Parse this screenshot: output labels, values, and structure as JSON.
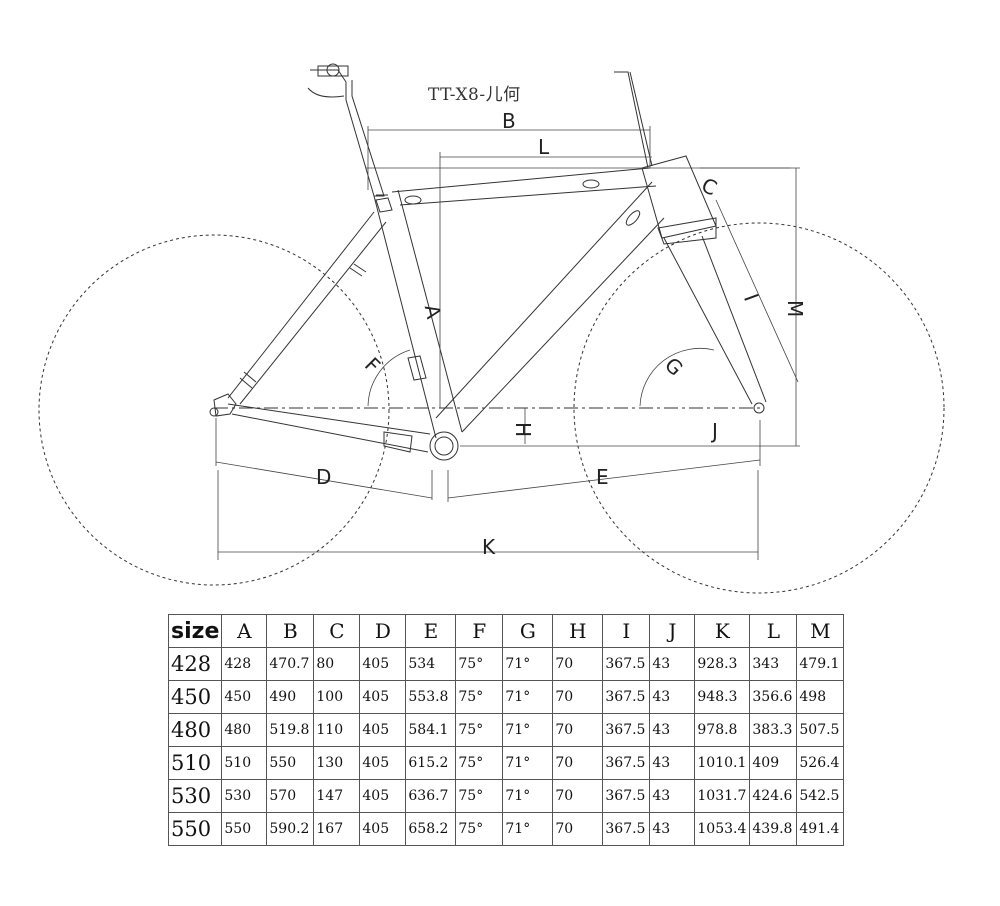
{
  "title": "TT-X8-儿何",
  "dimension_letters": {
    "A": "A",
    "B": "B",
    "C": "C",
    "D": "D",
    "E": "E",
    "F": "F",
    "G": "G",
    "H": "H",
    "I": "I",
    "J": "J",
    "K": "K",
    "L": "L",
    "M": "M"
  },
  "table": {
    "headers": [
      "size",
      "A",
      "B",
      "C",
      "D",
      "E",
      "F",
      "G",
      "H",
      "I",
      "J",
      "K",
      "L",
      "M"
    ],
    "rows": [
      [
        "428",
        "428",
        "470.7",
        "80",
        "405",
        "534",
        "75°",
        "71°",
        "70",
        "367.5",
        "43",
        "928.3",
        "343",
        "479.1"
      ],
      [
        "450",
        "450",
        "490",
        "100",
        "405",
        "553.8",
        "75°",
        "71°",
        "70",
        "367.5",
        "43",
        "948.3",
        "356.6",
        "498"
      ],
      [
        "480",
        "480",
        "519.8",
        "110",
        "405",
        "584.1",
        "75°",
        "71°",
        "70",
        "367.5",
        "43",
        "978.8",
        "383.3",
        "507.5"
      ],
      [
        "510",
        "510",
        "550",
        "130",
        "405",
        "615.2",
        "75°",
        "71°",
        "70",
        "367.5",
        "43",
        "1010.1",
        "409",
        "526.4"
      ],
      [
        "530",
        "530",
        "570",
        "147",
        "405",
        "636.7",
        "75°",
        "71°",
        "70",
        "367.5",
        "43",
        "1031.7",
        "424.6",
        "542.5"
      ],
      [
        "550",
        "550",
        "590.2",
        "167",
        "405",
        "658.2",
        "75°",
        "71°",
        "70",
        "367.5",
        "43",
        "1053.4",
        "439.8",
        "491.4"
      ]
    ]
  }
}
